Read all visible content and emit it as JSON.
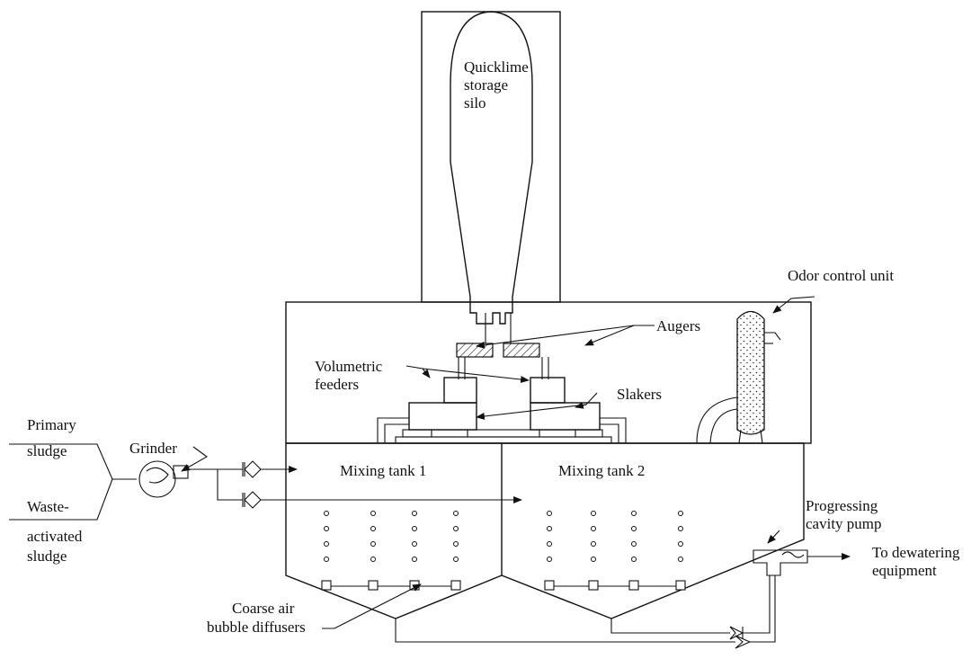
{
  "diagram": {
    "silo_label": [
      "Quicklime",
      "storage",
      "silo"
    ],
    "odor_label": "Odor control unit",
    "augers_label": "Augers",
    "feeders_label": [
      "Volumetric",
      "feeders"
    ],
    "slakers_label": "Slakers",
    "grinder_label": "Grinder",
    "primary_label": [
      "Primary",
      "sludge"
    ],
    "waste_label": [
      "Waste-",
      "activated",
      "sludge"
    ],
    "tank1_label": "Mixing tank 1",
    "tank2_label": "Mixing tank 2",
    "pump_label": [
      "Progressing",
      "cavity pump"
    ],
    "dewatering_label": [
      "To dewatering",
      "equipment"
    ],
    "diffusers_label": [
      "Coarse air",
      "bubble diffusers"
    ]
  }
}
